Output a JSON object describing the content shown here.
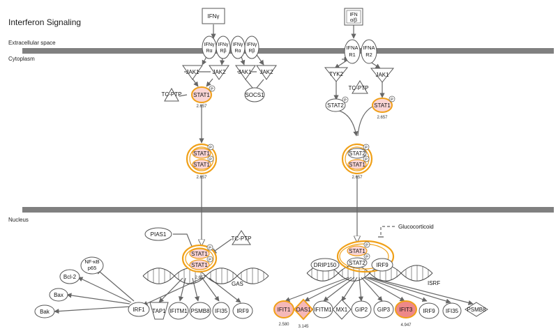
{
  "title": "Interferon Signaling",
  "compartments": {
    "extracellular": "Extracellular space",
    "cytoplasm": "Cytoplasm",
    "nucleus": "Nucleus"
  },
  "colors": {
    "membrane": "#808080",
    "highlight_stroke": "#f0a018",
    "highlight_fill_light": "#fad5d5",
    "highlight_fill_medium": "#f5a6a6",
    "highlight_fill_strong": "#ee8888",
    "edge": "#666666",
    "node_stroke": "#555555"
  },
  "ligands": {
    "ifng": "IFNγ",
    "ifnab": [
      "IFN",
      "α/β"
    ]
  },
  "receptors": {
    "ifngr_a1": [
      "IFNγ",
      "Rα"
    ],
    "ifngr_b1": [
      "IFNγ",
      "Rβ"
    ],
    "ifngr_a2": [
      "IFNγ",
      "Rα"
    ],
    "ifngr_b2": [
      "IFNγ",
      "Rβ"
    ],
    "ifnar1": [
      "IFNA",
      "R1"
    ],
    "ifnar2": [
      "IFNA",
      "R2"
    ]
  },
  "kinases": {
    "jak1_a": "JAK1",
    "jak2_a": "JAK2",
    "jak1_b": "JAK1",
    "jak2_b": "JAK2",
    "tyk2": "TYK2",
    "jak1_c": "JAK1"
  },
  "regulators": {
    "tcptp_l": "TC-PTP",
    "socs1": "SOCS1",
    "tcptp_r": "TC-PTP",
    "pias1": "PIAS1",
    "tcptp_n": "TC-PTP",
    "glucocorticoid": "Glucocorticoid",
    "nfkb": [
      "NF-κB",
      "p65"
    ]
  },
  "stats": {
    "stat1_left": {
      "label": "STAT1",
      "value": "2.657"
    },
    "dimer_left": {
      "top": "STAT1",
      "bottom": "STAT1",
      "value": "2.657"
    },
    "stat2_right": "STAT2",
    "stat1_right": {
      "label": "STAT1",
      "value": "2.657"
    },
    "dimer_right": {
      "top": "STAT2",
      "bottom": "STAT1",
      "value": "2.657"
    },
    "nuc_left": {
      "top": "STAT1",
      "bottom": "STAT1",
      "value": "2.657"
    },
    "nuc_right": {
      "top": "STAT1",
      "bottom": "STAT2"
    }
  },
  "phospho": "P",
  "dna": {
    "gas": "GAS",
    "isrf": "ISRF",
    "drip150": "DRIP150",
    "irf9": "IRF9"
  },
  "targets_left": {
    "irf1": "IRF1",
    "bcl2": "Bcl-2",
    "bax": "Bax",
    "bak": "Bak",
    "tap1": "TAP1",
    "ifitm1": "IFITM1",
    "psmb8": "PSMB8",
    "ifi35": "IFI35",
    "irf9": "IRF9"
  },
  "targets_right": [
    {
      "label": "IFIT1",
      "value": "2.580"
    },
    {
      "label": "OAS1",
      "value": "3.145"
    },
    {
      "label": "IFITM1"
    },
    {
      "label": "MX1"
    },
    {
      "label": "GIP2"
    },
    {
      "label": "GIP3"
    },
    {
      "label": "IFIT3",
      "value": "4.947"
    },
    {
      "label": "IRF9"
    },
    {
      "label": "IFI35"
    },
    {
      "label": "PSMB8"
    }
  ]
}
